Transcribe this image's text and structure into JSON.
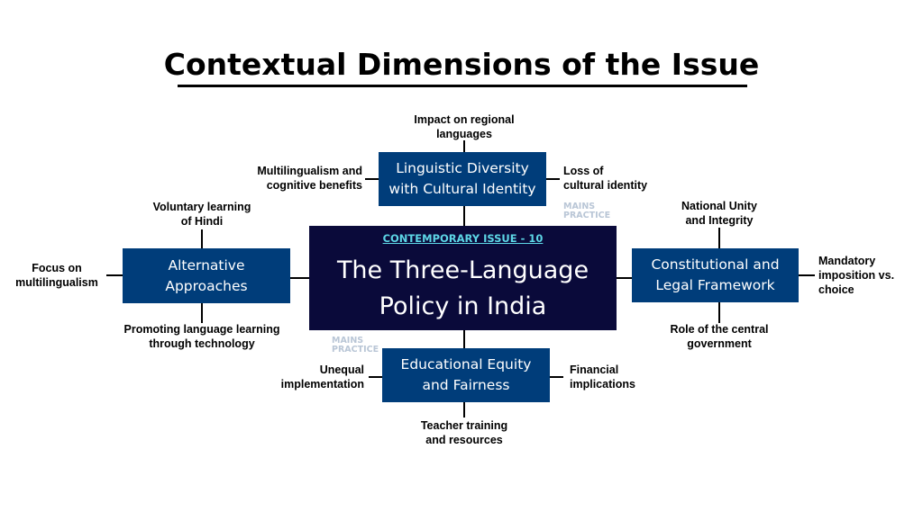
{
  "title": "Contextual Dimensions of the Issue",
  "center": {
    "tag": "CONTEMPORARY ISSUE - 10",
    "title": "The Three-Language\nPolicy in India"
  },
  "nodes": {
    "linguistic": {
      "label": "Linguistic Diversity\nwith Cultural Identity",
      "top": "Impact on regional\nlanguages",
      "left": "Multilingualism and\ncognitive benefits",
      "right": "Loss of\ncultural identity"
    },
    "alternative": {
      "label": "Alternative\nApproaches",
      "top": "Voluntary learning\nof Hindi",
      "left": "Focus on\nmultilingualism",
      "bottom": "Promoting language learning\nthrough technology"
    },
    "constitutional": {
      "label": "Constitutional and\nLegal Framework",
      "top": "National Unity\nand Integrity",
      "right": "Mandatory\nimposition vs.\nchoice",
      "bottom": "Role of the central\ngovernment"
    },
    "educational": {
      "label": "Educational Equity\nand Fairness",
      "left": "Unequal\nimplementation",
      "right": "Financial\nimplications",
      "bottom": "Teacher training\nand resources"
    }
  },
  "watermark": "MAINS\nPRACTICE",
  "colors": {
    "box": "#003d7a",
    "center": "#0a0a3a",
    "tag": "#5dd6e6",
    "watermark": "#b9c6d6"
  }
}
